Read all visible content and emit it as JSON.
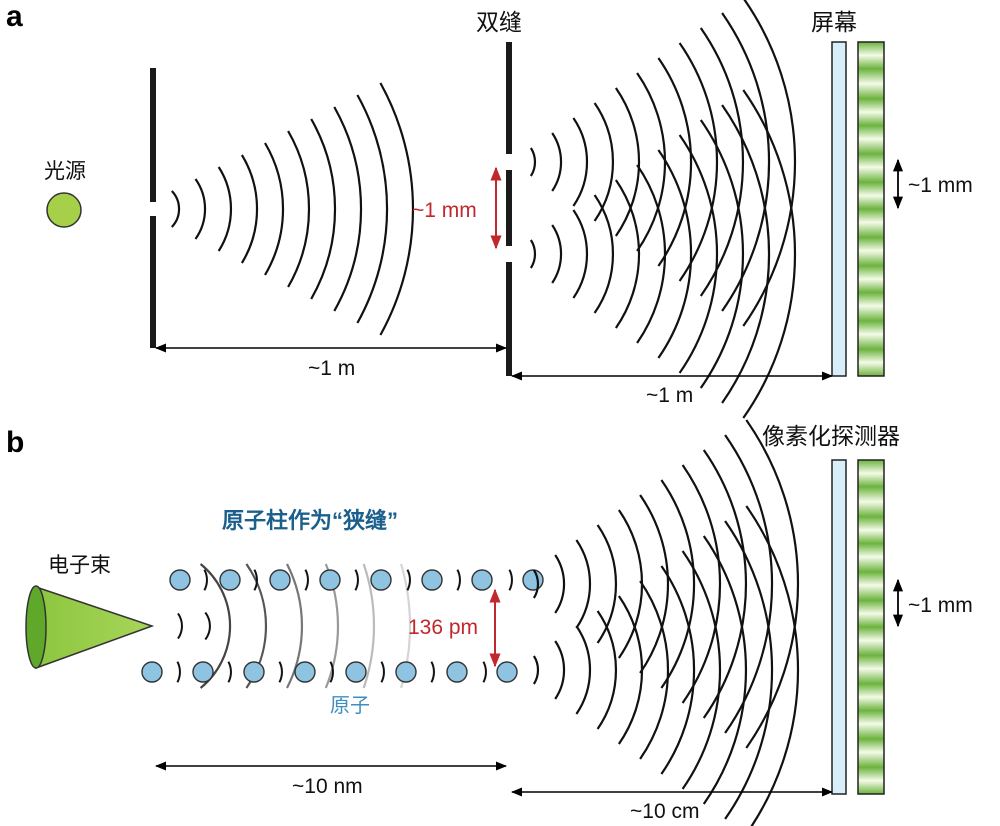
{
  "panel_a": {
    "letter": "a",
    "light_source_label": "光源",
    "double_slit_label": "双缝",
    "screen_label": "屏幕",
    "slit_spacing": "~1 mm",
    "fringe_spacing": "~1 mm",
    "distance_source_slit": "~1 m",
    "distance_slit_screen": "~1 m"
  },
  "panel_b": {
    "letter": "b",
    "detector_label": "像素化探测器",
    "atom_column_label": "原子柱作为“狭缝”",
    "electron_beam_label": "电子束",
    "atom_label": "原子",
    "column_spacing": "136 pm",
    "fringe_spacing": "~1 mm",
    "column_length": "~10 nm",
    "distance_to_detector": "~10 cm"
  },
  "colors": {
    "source_green": "#a6d04a",
    "atom_blue": "#8ec4e2",
    "screen_blue": "#d8eef8",
    "fringe_green": "#6cb33e",
    "dimension_red": "#c1272d",
    "label_blue": "#1b5f8c"
  }
}
